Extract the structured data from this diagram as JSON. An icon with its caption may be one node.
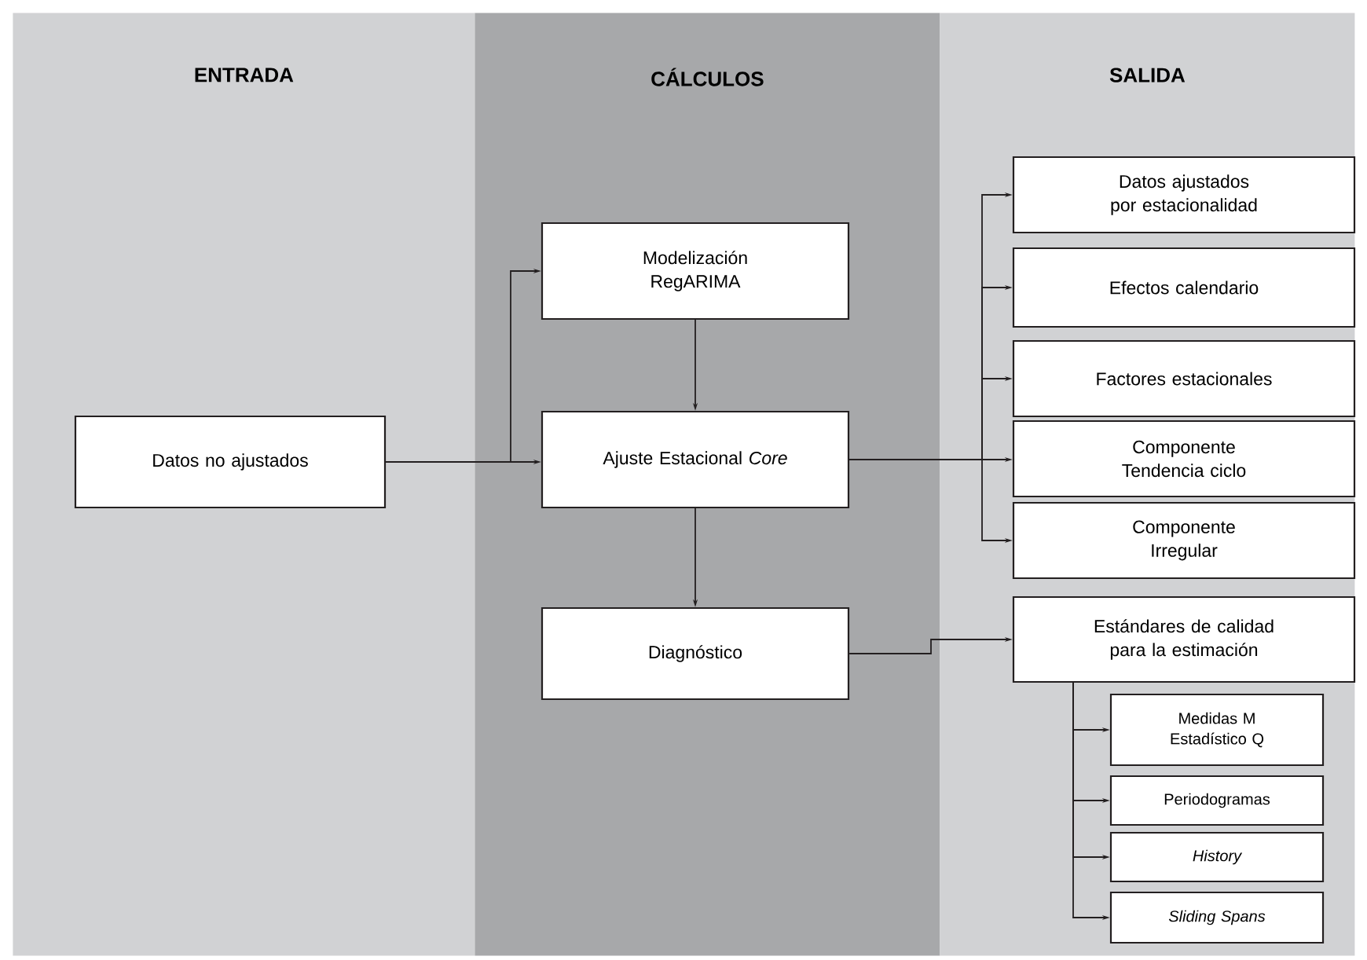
{
  "diagram": {
    "nodes": [
      {
        "text": [
          "ENTRADA"
        ]
      },
      {
        "text": [
          "CÁLCULOS"
        ]
      },
      {
        "text": [
          "SALIDA"
        ]
      },
      {
        "text": [
          "Datos no ajustados"
        ],
        "in": 0
      },
      {
        "text": [
          "Modelización RegARIMA"
        ],
        "in": 1
      },
      {
        "text": [
          "Ajuste Estacional *Core*"
        ],
        "in": 1
      },
      {
        "text": [
          "Diagnóstico"
        ],
        "in": 1
      },
      {
        "text": [
          "Datos ajustados por estacionalidad"
        ],
        "in": 2
      },
      {
        "text": [
          "Efectos calendario"
        ],
        "in": 2
      },
      {
        "text": [
          "Factores estacionales"
        ],
        "in": 2
      },
      {
        "text": [
          "Componente Tendencia ciclo"
        ],
        "in": 2
      },
      {
        "text": [
          "Componente Irregular"
        ],
        "in": 2
      },
      {
        "text": [
          "Estándares de calidad para la estimación"
        ],
        "in": 2
      },
      {
        "text": [
          "Medidas M Estadístico Q"
        ],
        "in": 2
      },
      {
        "text": [
          "Periodogramas"
        ],
        "in": 2
      },
      {
        "text": [
          "History"
        ],
        "in": 2
      },
      {
        "text": [
          "Sliding Spans"
        ],
        "in": 2
      }
    ],
    "edges": [
      {
        "from": 3,
        "to": 4,
        "arrow": "to"
      },
      {
        "from": 3,
        "to": 5,
        "arrow": "to"
      },
      {
        "from": 4,
        "to": 5,
        "arrow": "to"
      },
      {
        "from": 5,
        "to": 7,
        "arrow": "to"
      },
      {
        "from": 5,
        "to": 8,
        "arrow": "to"
      },
      {
        "from": 5,
        "to": 9,
        "arrow": "to"
      },
      {
        "from": 5,
        "to": 10,
        "arrow": "to"
      },
      {
        "from": 5,
        "to": 11,
        "arrow": "to"
      },
      {
        "from": 5,
        "to": 6,
        "arrow": "to"
      },
      {
        "from": 6,
        "to": 12,
        "arrow": "to"
      },
      {
        "from": 12,
        "to": 13,
        "arrow": "to"
      },
      {
        "from": 12,
        "to": 14,
        "arrow": "to"
      },
      {
        "from": 12,
        "to": 15,
        "arrow": "to"
      },
      {
        "from": 12,
        "to": 16,
        "arrow": "to"
      }
    ]
  }
}
